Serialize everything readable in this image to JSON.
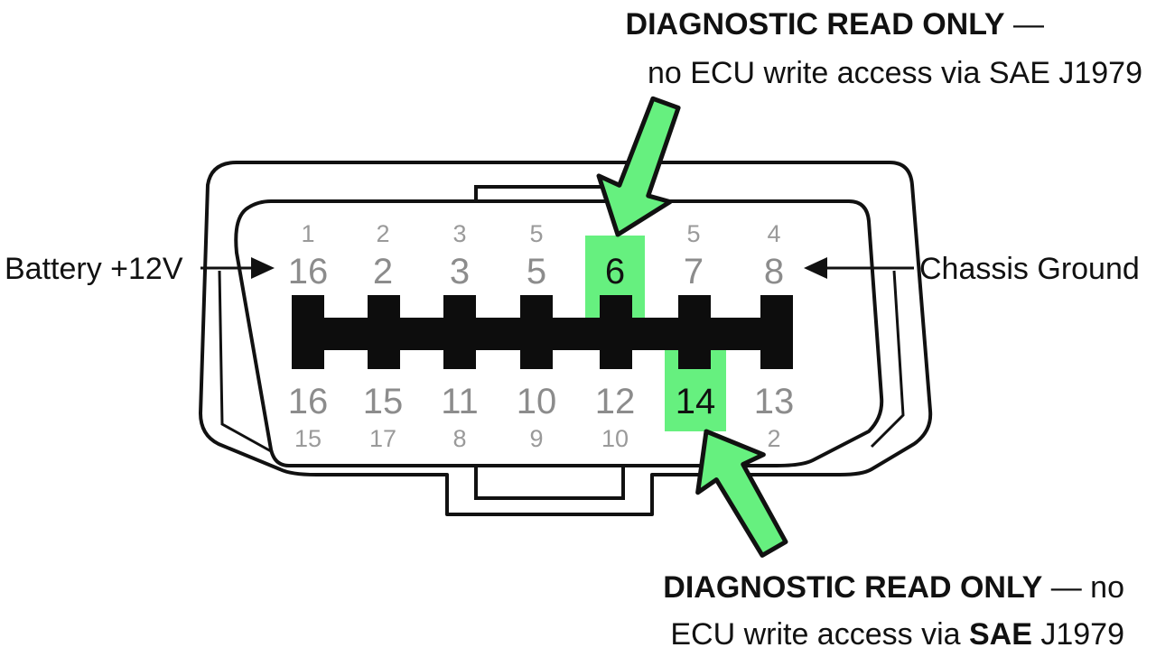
{
  "connector": {
    "top_row": [
      {
        "top": "1",
        "main": "16",
        "highlight": false
      },
      {
        "top": "2",
        "main": "2",
        "highlight": false
      },
      {
        "top": "3",
        "main": "3",
        "highlight": false
      },
      {
        "top": "5",
        "main": "5",
        "highlight": false
      },
      {
        "top": "",
        "main": "6",
        "highlight": true
      },
      {
        "top": "5",
        "main": "7",
        "highlight": false
      },
      {
        "top": "4",
        "main": "8",
        "highlight": false
      }
    ],
    "bottom_row": [
      {
        "main": "16",
        "sub": "15",
        "highlight": false
      },
      {
        "main": "15",
        "sub": "17",
        "highlight": false
      },
      {
        "main": "11",
        "sub": "8",
        "highlight": false
      },
      {
        "main": "10",
        "sub": "9",
        "highlight": false
      },
      {
        "main": "12",
        "sub": "10",
        "highlight": false
      },
      {
        "main": "14",
        "sub": "",
        "highlight": true
      },
      {
        "main": "13",
        "sub": "2",
        "highlight": false
      }
    ]
  },
  "labels": {
    "left": "Battery +12V",
    "right": "Chassis Ground"
  },
  "callout_top": {
    "bold": "DIAGNOSTIC READ ONLY",
    "line1_rest": " —",
    "line2": "no ECU write access via SAE J1979"
  },
  "callout_bottom": {
    "bold": "DIAGNOSTIC READ ONLY",
    "line1_rest": " — no",
    "line2_pre": "ECU write access via ",
    "line2_bold": "SAE",
    "line2_post": " J1979"
  },
  "colors": {
    "highlight": "#66f07f",
    "arrow": "#66f07f",
    "ink": "#111111",
    "pin_text": "#8c8c8c"
  }
}
